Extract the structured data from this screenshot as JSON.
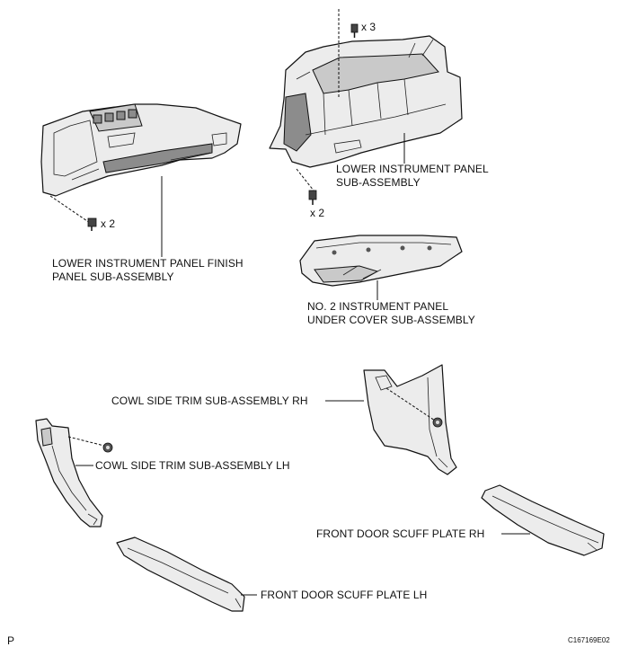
{
  "labels": {
    "lower_panel": [
      "LOWER INSTRUMENT PANEL",
      "SUB-ASSEMBLY"
    ],
    "finish_panel": [
      "LOWER INSTRUMENT PANEL FINISH",
      "PANEL SUB-ASSEMBLY"
    ],
    "under_cover": [
      "NO. 2 INSTRUMENT PANEL",
      "UNDER COVER SUB-ASSEMBLY"
    ],
    "cowl_rh": "COWL SIDE TRIM SUB-ASSEMBLY RH",
    "cowl_lh": "COWL SIDE TRIM SUB-ASSEMBLY LH",
    "scuff_rh": "FRONT DOOR SCUFF PLATE RH",
    "scuff_lh": "FRONT DOOR SCUFF PLATE LH"
  },
  "quantities": {
    "top_screws": "x 3",
    "lower_panel_screws": "x 2",
    "finish_panel_screws": "x 2"
  },
  "footer": {
    "corner_letter": "P",
    "figure_code": "C167169E02"
  }
}
